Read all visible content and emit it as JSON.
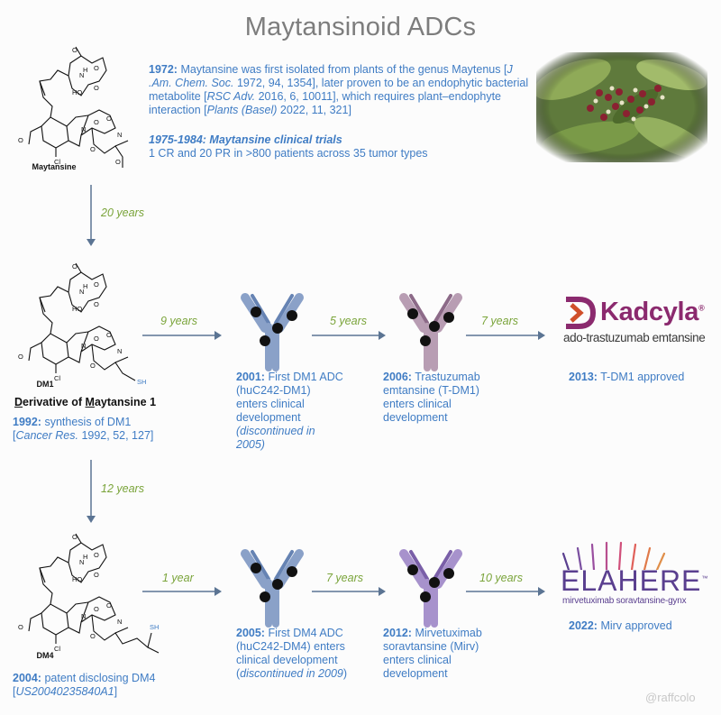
{
  "title": "Maytansinoid ADCs",
  "colors": {
    "text_blue": "#3f7cc4",
    "interval_green": "#7aa43a",
    "arrow": "#5b7493",
    "antibody_blue": "#8aa1c8",
    "antibody_mauve": "#9b7b97",
    "antibody_purple": "#8a70b2",
    "kadcyla_brand": "#8b2a6e",
    "elahere_brand": "#5a3f8f"
  },
  "maytansine": {
    "label": "Maytansine",
    "history_year": "1972:",
    "history_a": " Maytansine was first isolated from plants of the genus Maytenus [",
    "history_ref1": "J .Am. Chem. Soc.",
    "history_b": " 1972, 94, 1354], later proven to be an endophytic bacterial metabolite [",
    "history_ref2": "RSC Adv.",
    "history_c": " 2016, 6, 10011], which requires plant–endophyte interaction [",
    "history_ref3": "Plants (Basel)",
    "history_d": " 2022, 11, 321]",
    "trials_header": "1975-1984: Maytansine clinical trials",
    "trials_text": "1 CR and 20 PR in >800 patients across 35 tumor types",
    "photo": "maytenus-plant-photo"
  },
  "intervals": {
    "maytansine_to_dm1": "20 years",
    "dm1_to_dm4": "12 years",
    "dm1_to_2001": "9 years",
    "2001_to_2006": "5 years",
    "2006_to_2013": "7 years",
    "dm4_to_2005": "1 year",
    "2005_to_2012": "7 years",
    "2012_to_2022": "10 years"
  },
  "dm1": {
    "label": "DM1",
    "deriv_d": "D",
    "deriv_mid": "erivative of ",
    "deriv_m": "M",
    "deriv_end": "aytansine 1",
    "synth_year": "1992:",
    "synth_text": " synthesis of DM1",
    "synth_ref": "Cancer Res.",
    "synth_ref_rest": " 1992, 52, 127]",
    "bracket_open": "["
  },
  "dm4": {
    "label": "DM4",
    "patent_year": "2004:",
    "patent_text": " patent disclosing DM4",
    "patent_ref": "US20040235840A1",
    "bracket_open": "[",
    "bracket_close": "]"
  },
  "milestones_dm1": {
    "m2001_year": "2001:",
    "m2001_text": " First DM1 ADC (huC242-DM1) enters clinical development",
    "m2001_note": "(discontinued in 2005)",
    "m2006_year": "2006:",
    "m2006_text": " Trastuzumab emtansine (T-DM1) enters clinical development",
    "m2013_year": "2013:",
    "m2013_text": " T-DM1 approved"
  },
  "milestones_dm4": {
    "m2005_year": "2005:",
    "m2005_text": " First DM4 ADC (huC242-DM4) enters clinical development",
    "m2005_note": "discontinued in 2009",
    "m2005_paren_open": "(",
    "m2005_paren_close": ")",
    "m2012_year": "2012:",
    "m2012_text": " Mirvetuximab soravtansine (Mirv) enters clinical development",
    "m2022_year": "2022:",
    "m2022_text": " Mirv approved"
  },
  "kadcyla": {
    "brand": "Kadcyla",
    "reg": "®",
    "generic": "ado-trastuzumab emtansine"
  },
  "elahere": {
    "brand": "ELAHERE",
    "tm": "™",
    "generic": "mirvetuximab soravtansine-gynx"
  },
  "watermark": "@raffcolo"
}
